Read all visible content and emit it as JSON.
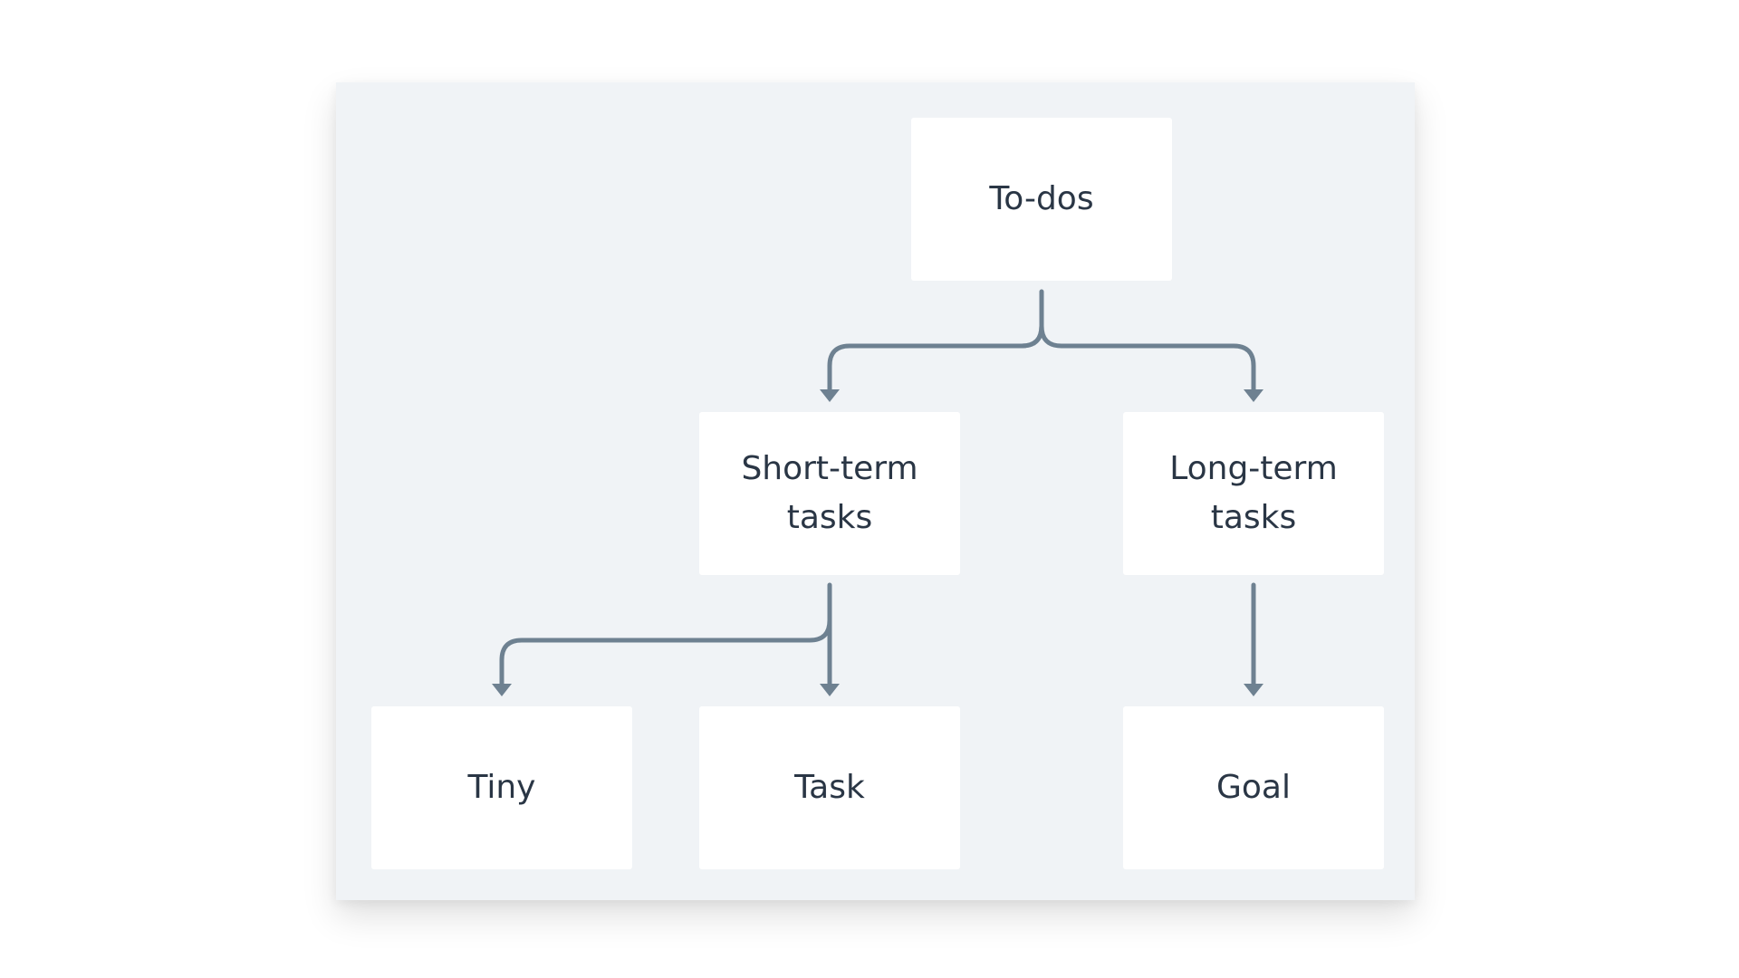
{
  "diagram": {
    "colors": {
      "background": "#ffffff",
      "panel": "#f0f3f6",
      "node": "#ffffff",
      "text": "#2a3645",
      "connector": "#6e8191"
    },
    "nodes": {
      "todos": {
        "label": "To-dos"
      },
      "short_term": {
        "label": "Short-term\ntasks"
      },
      "long_term": {
        "label": "Long-term\ntasks"
      },
      "tiny": {
        "label": "Tiny"
      },
      "task": {
        "label": "Task"
      },
      "goal": {
        "label": "Goal"
      }
    },
    "edges": [
      {
        "from": "todos",
        "to": "short_term"
      },
      {
        "from": "todos",
        "to": "long_term"
      },
      {
        "from": "short_term",
        "to": "tiny"
      },
      {
        "from": "short_term",
        "to": "task"
      },
      {
        "from": "long_term",
        "to": "goal"
      }
    ]
  }
}
